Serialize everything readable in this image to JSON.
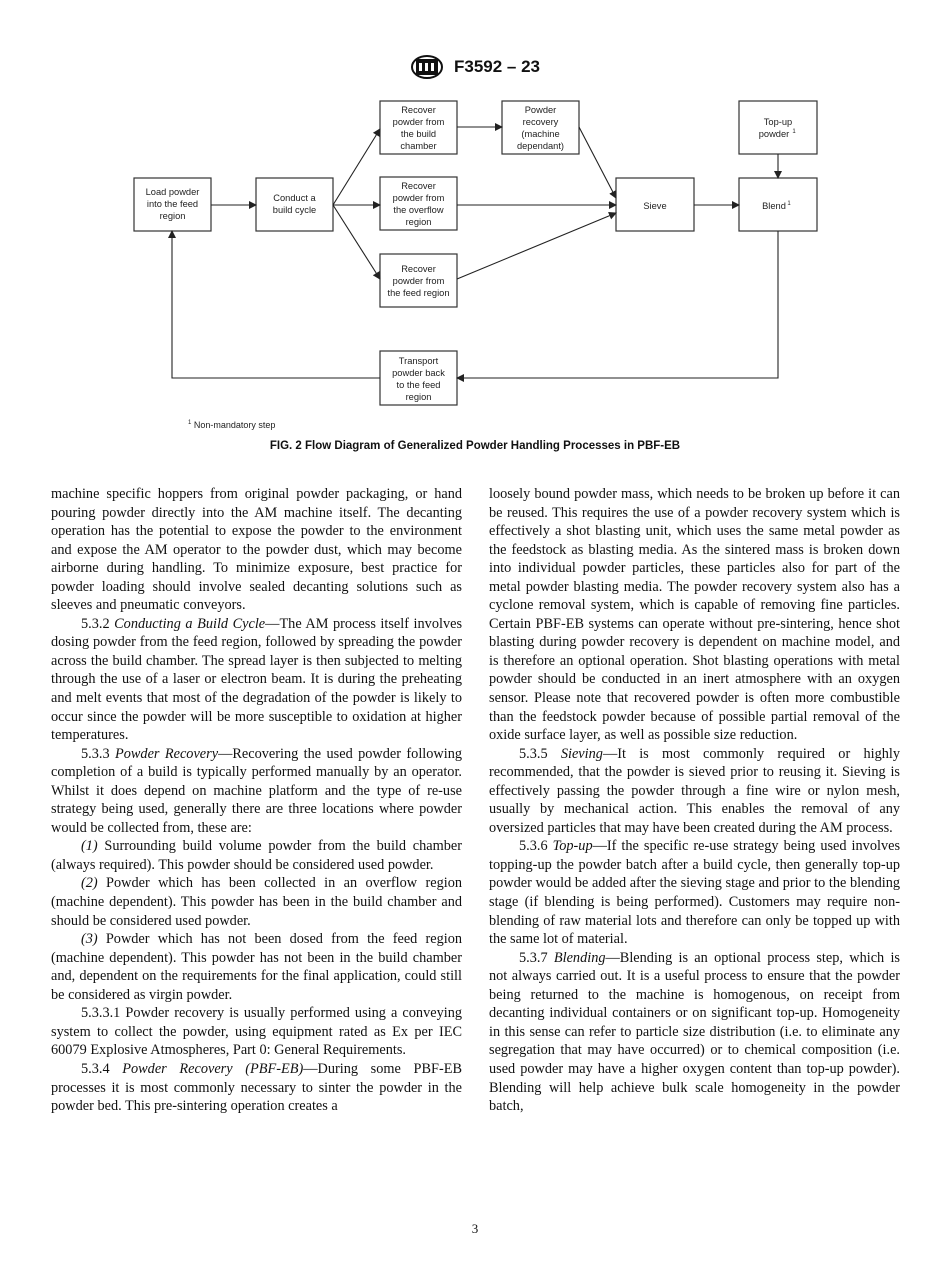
{
  "header": {
    "standard": "F3592 – 23"
  },
  "figure": {
    "nodes": {
      "load": [
        "Load powder",
        "into the feed",
        "region"
      ],
      "build": [
        "Conduct a",
        "build cycle"
      ],
      "rec_build": [
        "Recover",
        "powder from",
        "the build",
        "chamber"
      ],
      "rec_overflow": [
        "Recover",
        "powder from",
        "the overflow",
        "region"
      ],
      "rec_feed": [
        "Recover",
        "powder from",
        "the feed region"
      ],
      "powder_recovery": [
        "Powder",
        "recovery",
        "(machine",
        "dependant)"
      ],
      "sieve": [
        "Sieve"
      ],
      "topup": [
        "Top-up",
        "powder"
      ],
      "blend": [
        "Blend"
      ],
      "transport": [
        "Transport",
        "powder back",
        "to the feed",
        "region"
      ]
    },
    "footnote_mark": "1",
    "footnote": "Non-mandatory step",
    "caption": "FIG. 2 Flow Diagram of Generalized Powder Handling Processes in PBF-EB"
  },
  "left_column": [
    {
      "text": "machine specific hoppers from original powder packaging, or hand pouring powder directly into the AM machine itself. The decanting operation has the potential to expose the powder to the environment and expose the AM operator to the powder dust, which may become airborne during handling. To minimize exposure, best practice for powder loading should involve sealed decanting solutions such as sleeves and pneumatic conveyors."
    },
    {
      "num": "5.3.2",
      "title": "Conducting a Build Cycle",
      "text": "—The AM process itself involves dosing powder from the feed region, followed by spreading the powder across the build chamber. The spread layer is then subjected to melting through the use of a laser or electron beam. It is during the preheating and melt events that most of the degradation of the powder is likely to occur since the powder will be more susceptible to oxidation at higher temperatures."
    },
    {
      "num": "5.3.3",
      "title": "Powder Recovery",
      "text": "—Recovering the used powder following completion of a build is typically performed manually by an operator. Whilst it does depend on machine platform and the type of re-use strategy being used, generally there are three locations where powder would be collected from, these are:"
    },
    {
      "num": "(1)",
      "text": "Surrounding build volume powder from the build chamber (always required). This powder should be considered used powder."
    },
    {
      "num": "(2)",
      "text": "Powder which has been collected in an overflow region (machine dependent). This powder has been in the build chamber and should be considered used powder."
    },
    {
      "num": "(3)",
      "text": "Powder which has not been dosed from the feed region (machine dependent). This powder has not been in the build chamber and, dependent on the requirements for the final application, could still be considered as virgin powder."
    },
    {
      "num": "5.3.3.1",
      "text": "Powder recovery is usually performed using a conveying system to collect the powder, using equipment rated as Ex per IEC 60079 Explosive Atmospheres, Part 0: General Requirements."
    },
    {
      "num": "5.3.4",
      "title": "Powder Recovery (PBF-EB)",
      "text": "—During some PBF-EB processes it is most commonly necessary to sinter the powder in the powder bed. This pre-sintering operation creates a"
    }
  ],
  "right_column": [
    {
      "text": "loosely bound powder mass, which needs to be broken up before it can be reused. This requires the use of a powder recovery system which is effectively a shot blasting unit, which uses the same metal powder as the feedstock as blasting media. As the sintered mass is broken down into individual powder particles, these particles also for part of the metal powder blasting media. The powder recovery system also has a cyclone removal system, which is capable of removing fine particles. Certain PBF-EB systems can operate without pre-sintering, hence shot blasting during powder recovery is dependent on machine model, and is therefore an optional operation. Shot blasting operations with metal powder should be conducted in an inert atmosphere with an oxygen sensor. Please note that recovered powder is often more combustible than the feedstock powder because of possible partial removal of the oxide surface layer, as well as possible size reduction."
    },
    {
      "num": "5.3.5",
      "title": "Sieving",
      "text": "—It is most commonly required or highly recommended, that the powder is sieved prior to reusing it. Sieving is effectively passing the powder through a fine wire or nylon mesh, usually by mechanical action. This enables the removal of any oversized particles that may have been created during the AM process."
    },
    {
      "num": "5.3.6",
      "title": "Top-up",
      "text": "—If the specific re-use strategy being used involves topping-up the powder batch after a build cycle, then generally top-up powder would be added after the sieving stage and prior to the blending stage (if blending is being performed). Customers may require non-blending of raw material lots and therefore can only be topped up with the same lot of material."
    },
    {
      "num": "5.3.7",
      "title": "Blending",
      "text": "—Blending is an optional process step, which is not always carried out. It is a useful process to ensure that the powder being returned to the machine is homogenous, on receipt from decanting individual containers or on significant top-up. Homogeneity in this sense can refer to particle size distribution (i.e. to eliminate any segregation that may have occurred) or to chemical composition (i.e. used powder may have a higher oxygen content than top-up powder). Blending will help achieve bulk scale homogeneity in the powder batch,"
    }
  ],
  "page_number": "3"
}
